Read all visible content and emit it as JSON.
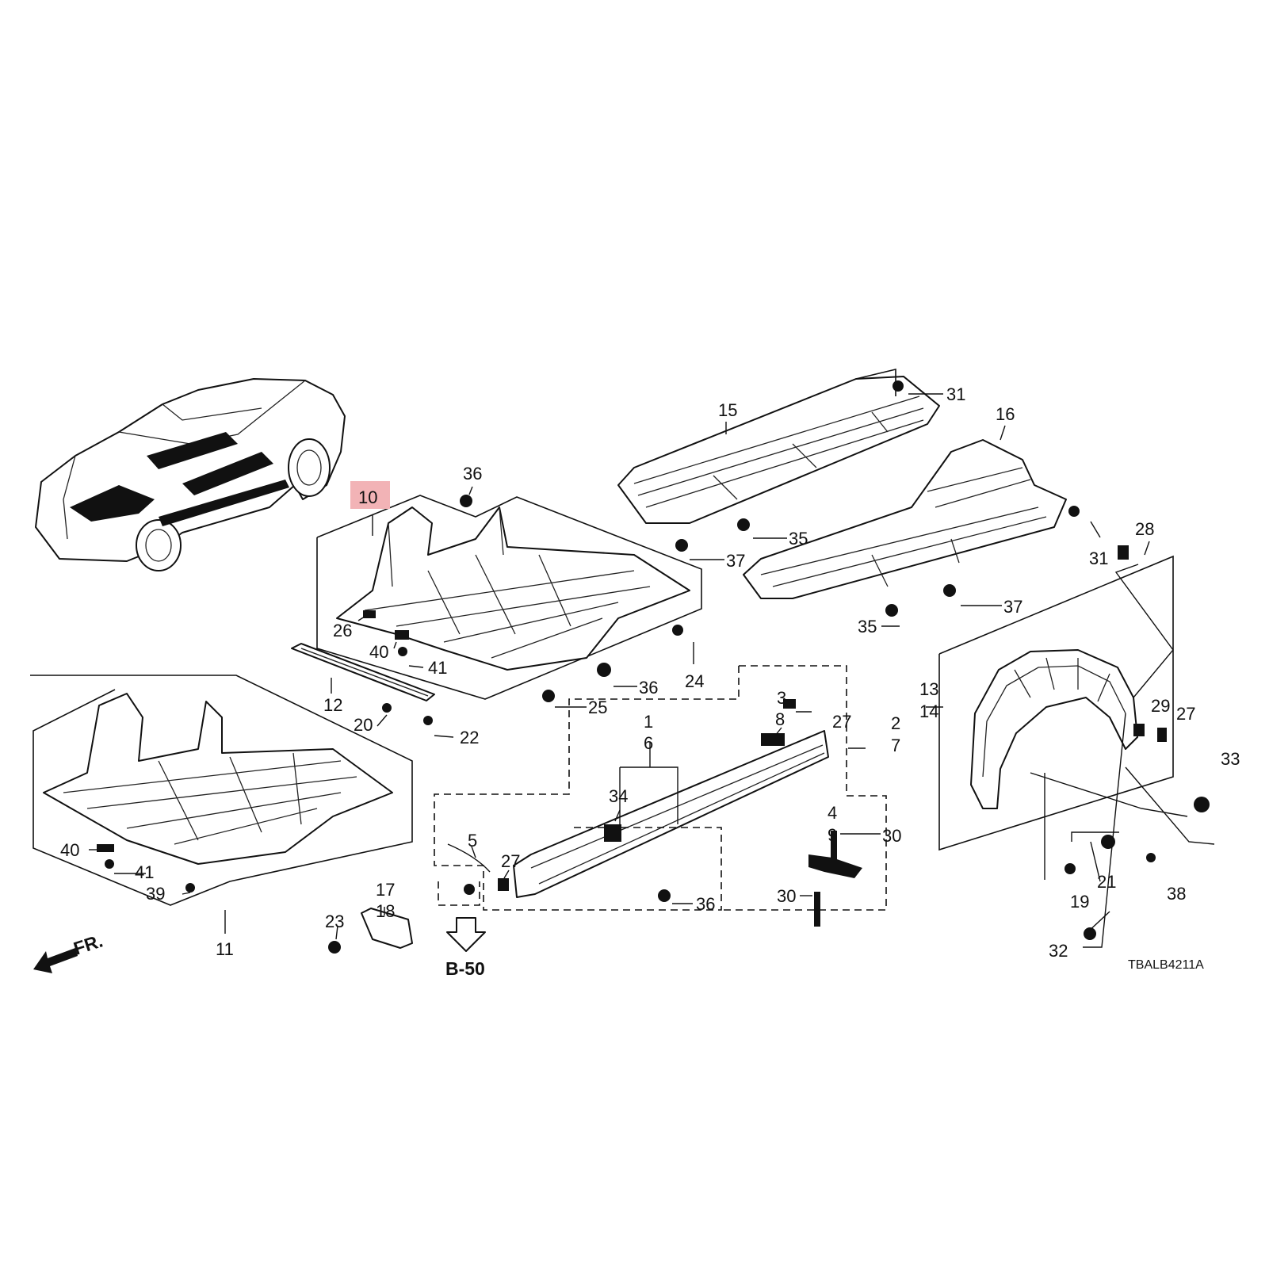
{
  "diagram_code": "TBALB4211A",
  "reference": "B-50",
  "front_indicator": "FR.",
  "highlight_color": "#f2b3b6",
  "callouts": {
    "c1": "1",
    "c2": "2",
    "c3": "3",
    "c4": "4",
    "c5": "5",
    "c6": "6",
    "c7": "7",
    "c8": "8",
    "c9": "9",
    "c10": "10",
    "c11": "11",
    "c12": "12",
    "c13": "13",
    "c14": "14",
    "c15": "15",
    "c16": "16",
    "c17": "17",
    "c18": "18",
    "c19": "19",
    "c20": "20",
    "c21": "21",
    "c22": "22",
    "c23": "23",
    "c24": "24",
    "c25": "25",
    "c26": "26",
    "c27a": "27",
    "c27b": "27",
    "c27c": "27",
    "c28": "28",
    "c29": "29",
    "c30a": "30",
    "c30b": "30",
    "c31a": "31",
    "c31b": "31",
    "c32": "32",
    "c33": "33",
    "c34": "34",
    "c35a": "35",
    "c35b": "35",
    "c36a": "36",
    "c36b": "36",
    "c36c": "36",
    "c37a": "37",
    "c37b": "37",
    "c38": "38",
    "c39": "39",
    "c40a": "40",
    "c40b": "40",
    "c41a": "41",
    "c41b": "41"
  }
}
